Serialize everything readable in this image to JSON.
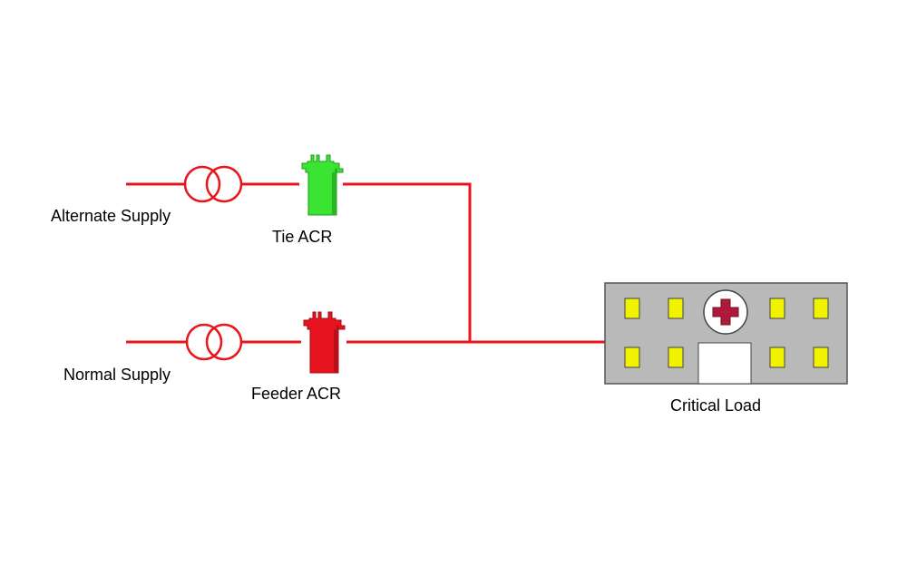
{
  "labels": {
    "alternate_supply": "Alternate Supply",
    "normal_supply": "Normal Supply",
    "tie_acr": "Tie ACR",
    "feeder_acr": "Feeder ACR",
    "critical_load": "Critical Load"
  },
  "colors": {
    "line": "#e8151b",
    "tie_acr_state": "#3be332",
    "feeder_acr_state": "#e6141f",
    "building": "#b9b9b9",
    "windows": "#f2f200",
    "cross": "#b01a3a"
  },
  "icons": {
    "transformer": "transformer-icon",
    "recloser": "recloser-icon",
    "building": "hospital-building-icon"
  }
}
